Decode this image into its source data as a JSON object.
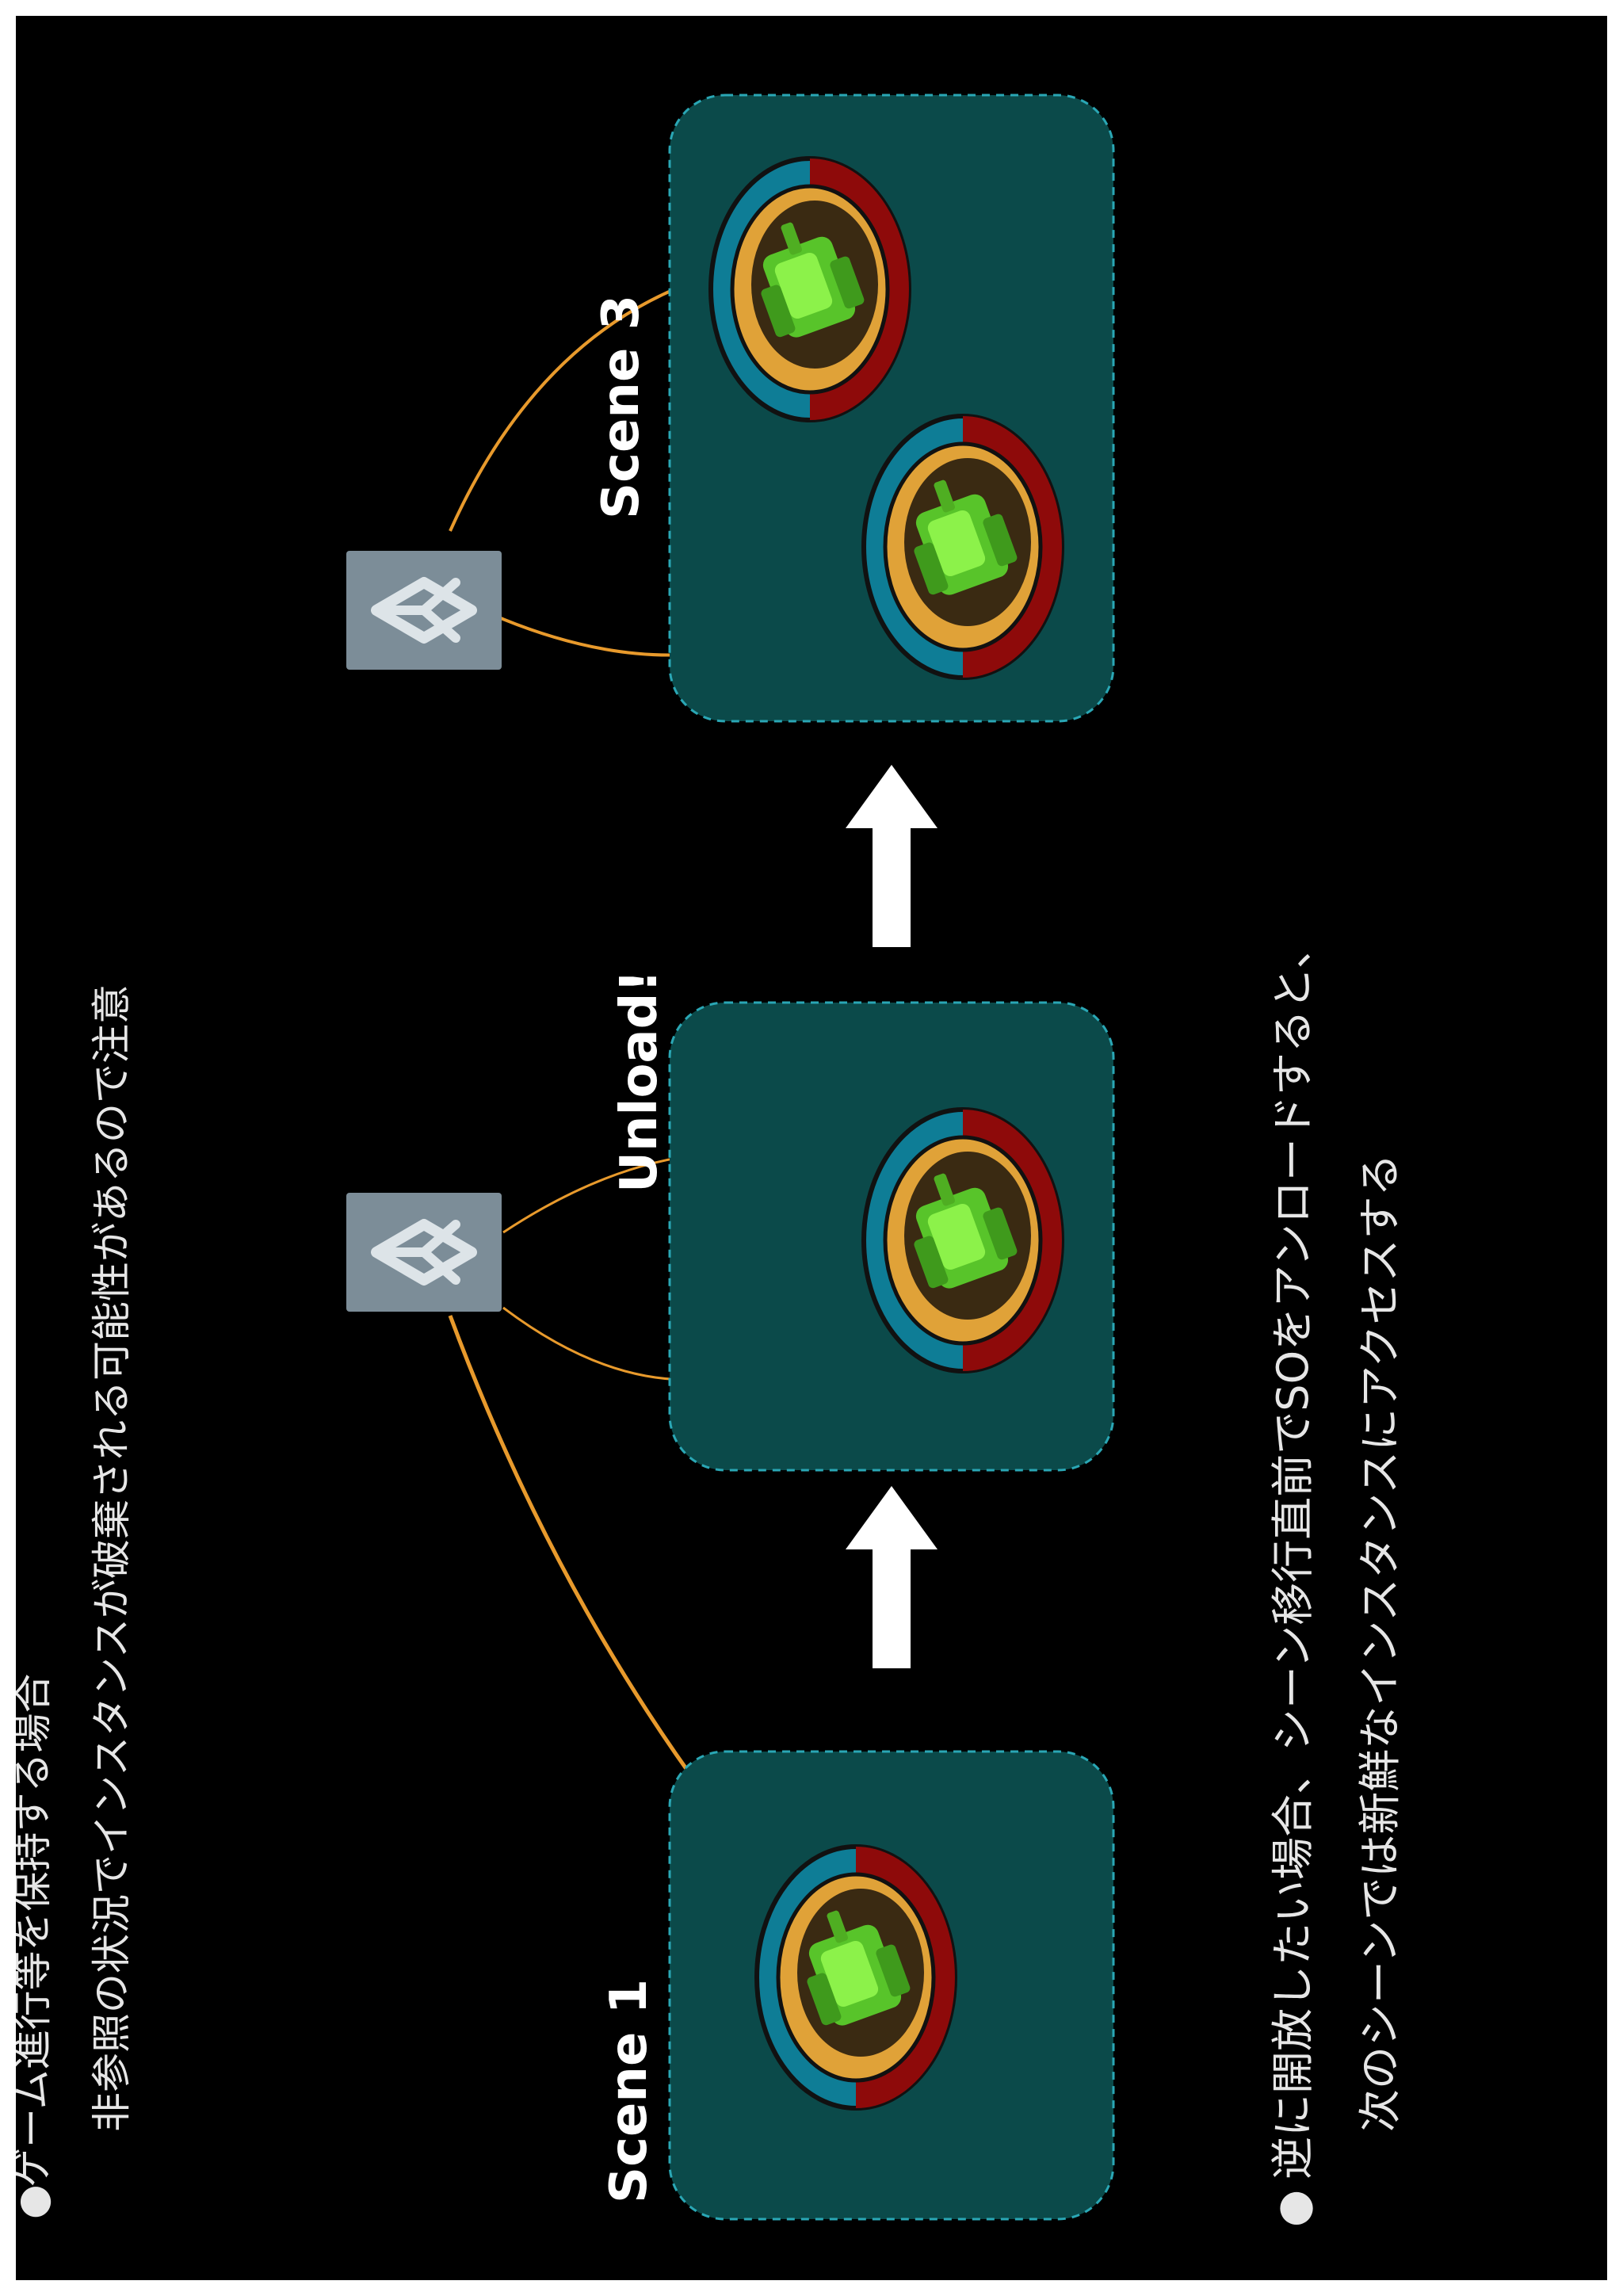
{
  "slide": {
    "top_bullet_line1": "ゲーム進行等を保持する場合",
    "top_bullet_line2": "非参照の状況でインスタンスが破棄される可能性があるので注意",
    "bottom_bullet_line1": "逆に開放したい場合、シーン移行直前でSOをアンロードすると、",
    "bottom_bullet_line2": "次のシーンでは新鮮なインスタンスにアクセスする"
  },
  "diagram": {
    "scenes": [
      {
        "label": "Scene 1",
        "objects": 1
      },
      {
        "label": "Unload!",
        "objects": 1
      },
      {
        "label": "Scene 3",
        "objects": 2
      }
    ],
    "colors": {
      "background": "#000000",
      "scene_box": "#0b4a4a",
      "scene_box_border": "#2aa7b5",
      "ring_blue": "#0e7d96",
      "ring_red": "#8e0a0a",
      "ring_orange": "#e0a238",
      "cube_green": "#66dd33",
      "connector": "#e89a2c",
      "logo_tile": "#7c8d98",
      "arrow": "#ffffff"
    },
    "icons": [
      "unity-logo-icon",
      "tank-icon",
      "arrow-up-icon"
    ]
  }
}
